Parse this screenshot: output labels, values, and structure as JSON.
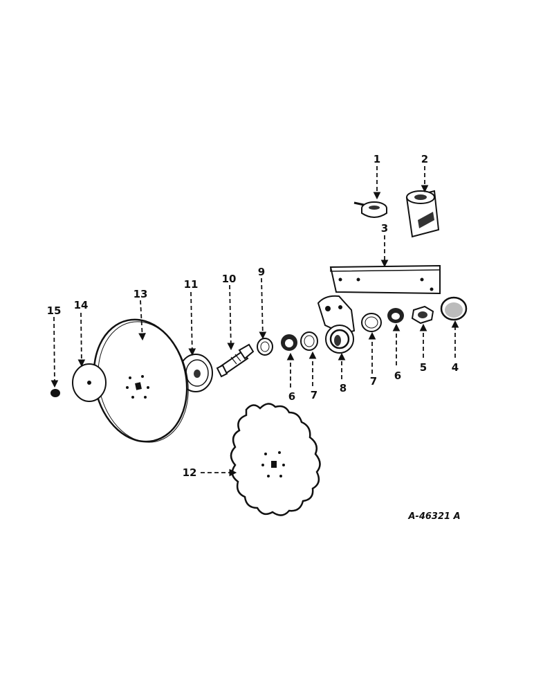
{
  "figure": {
    "reference_code": "A-46321 A",
    "callouts": [
      {
        "id": "1",
        "label": "1"
      },
      {
        "id": "2",
        "label": "2"
      },
      {
        "id": "3",
        "label": "3"
      },
      {
        "id": "4",
        "label": "4"
      },
      {
        "id": "5",
        "label": "5"
      },
      {
        "id": "6a",
        "label": "6"
      },
      {
        "id": "6b",
        "label": "6"
      },
      {
        "id": "7a",
        "label": "7"
      },
      {
        "id": "7b",
        "label": "7"
      },
      {
        "id": "8",
        "label": "8"
      },
      {
        "id": "9",
        "label": "9"
      },
      {
        "id": "10",
        "label": "10"
      },
      {
        "id": "11",
        "label": "11"
      },
      {
        "id": "12",
        "label": "12"
      },
      {
        "id": "13",
        "label": "13"
      },
      {
        "id": "14",
        "label": "14"
      },
      {
        "id": "15",
        "label": "15"
      }
    ]
  }
}
